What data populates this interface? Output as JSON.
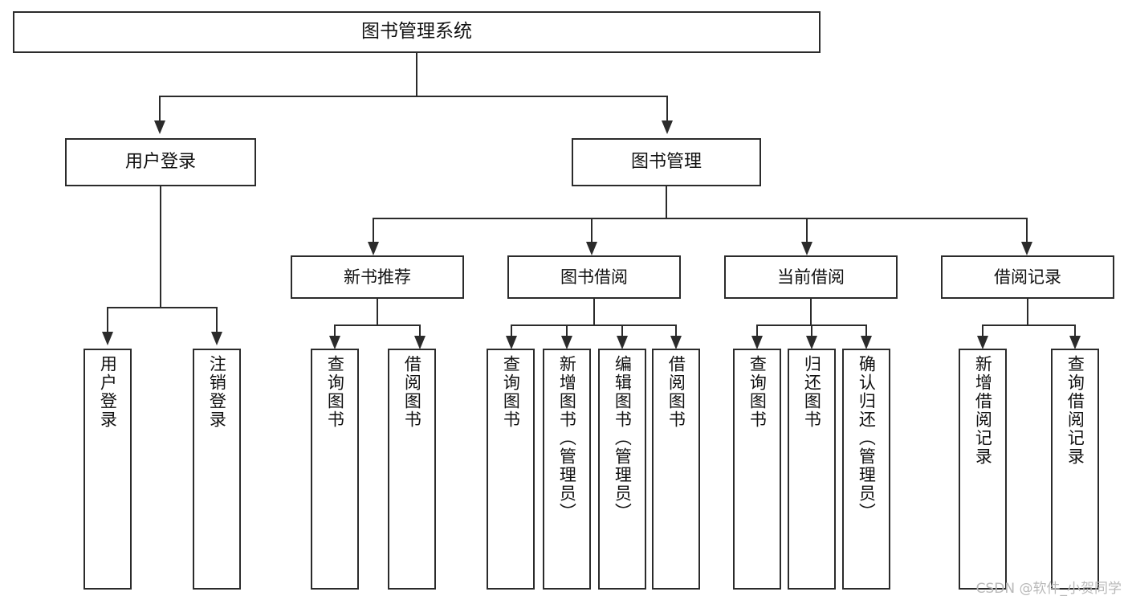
{
  "diagram": {
    "title": "图书管理系统",
    "type": "tree-hierarchy-diagram",
    "root": {
      "label": "图书管理系统"
    },
    "level1": [
      {
        "label": "用户登录"
      },
      {
        "label": "图书管理"
      }
    ],
    "level2": [
      {
        "label": "新书推荐"
      },
      {
        "label": "图书借阅"
      },
      {
        "label": "当前借阅"
      },
      {
        "label": "借阅记录"
      }
    ],
    "leaves": {
      "user_login": [
        {
          "label": "用户登录"
        },
        {
          "label": "注销登录"
        }
      ],
      "new_book_recommend": [
        {
          "label": "查询图书"
        },
        {
          "label": "借阅图书"
        }
      ],
      "book_borrow": [
        {
          "label": "查询图书"
        },
        {
          "label": "新增图书（管理员）"
        },
        {
          "label": "编辑图书（管理员）"
        },
        {
          "label": "借阅图书"
        }
      ],
      "current_borrow": [
        {
          "label": "查询图书"
        },
        {
          "label": "归还图书"
        },
        {
          "label": "确认归还（管理员）"
        }
      ],
      "borrow_record": [
        {
          "label": "新增借阅记录"
        },
        {
          "label": "查询借阅记录"
        }
      ]
    }
  },
  "watermark": {
    "text": "CSDN @软件_小贺同学"
  },
  "colors": {
    "stroke": "#2b2b2b",
    "text": "#111111",
    "background": "#ffffff",
    "watermark": "#b9b9b9"
  }
}
